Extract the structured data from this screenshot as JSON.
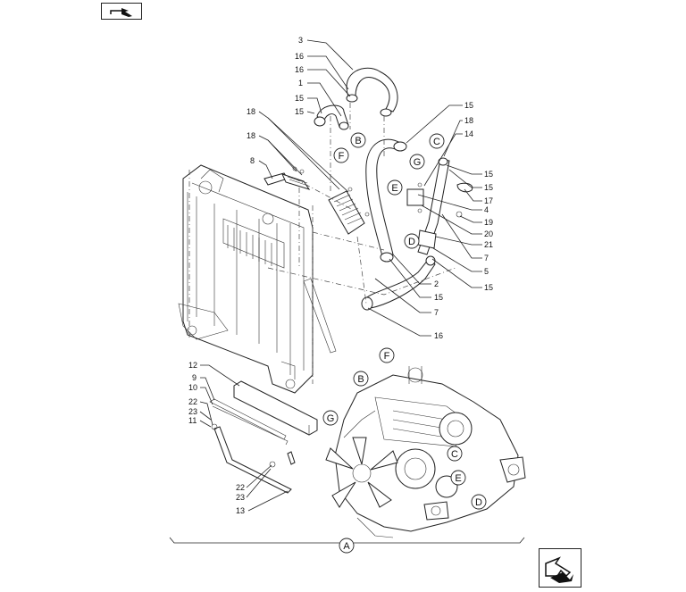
{
  "callouts": {
    "c3": "3",
    "c16a": "16",
    "c16b": "16",
    "c1": "1",
    "c15a": "15",
    "c15b": "15",
    "c18a": "18",
    "c18b": "18",
    "c8": "8",
    "c15r1": "15",
    "c18r": "18",
    "c14": "14",
    "c15r2": "15",
    "c15r3": "15",
    "c17": "17",
    "c4": "4",
    "c19": "19",
    "c20": "20",
    "c21": "21",
    "c7r": "7",
    "c5": "5",
    "c15r4": "15",
    "c2": "2",
    "c15m": "15",
    "c7m": "7",
    "c16m": "16",
    "c12": "12",
    "c9": "9",
    "c10": "10",
    "c22a": "22",
    "c23a": "23",
    "c11": "11",
    "c22b": "22",
    "c23b": "23",
    "c13": "13"
  },
  "refs": {
    "B_top": "B",
    "F_top": "F",
    "C_top": "C",
    "G_top": "G",
    "E_top": "E",
    "D_top": "D",
    "F_eng": "F",
    "B_eng": "B",
    "G_eng": "G",
    "C_eng": "C",
    "E_eng": "E",
    "D_eng": "D",
    "A": "A"
  },
  "nav": {
    "prev": "previous-page-icon",
    "next": "next-page-icon"
  }
}
